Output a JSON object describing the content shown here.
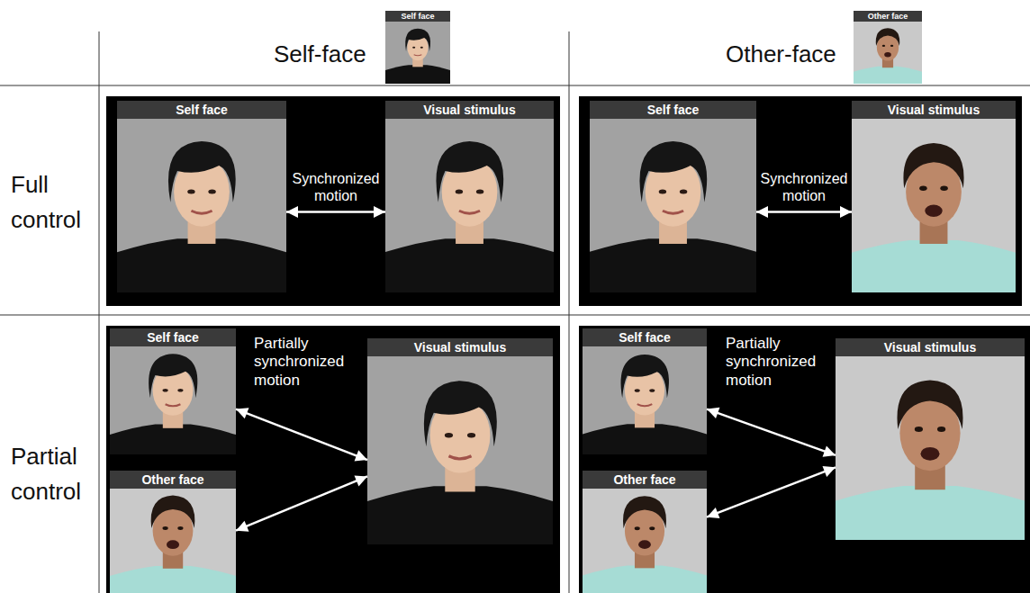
{
  "diagram": {
    "nodes": [
      {
        "text": [
          "Self face"
        ]
      },
      {
        "text": [
          "Other face"
        ]
      },
      {
        "text": [
          "Self face"
        ]
      },
      {
        "text": [
          "Visual stimulus"
        ]
      },
      {
        "text": [
          "Self face"
        ]
      },
      {
        "text": [
          "Visual stimulus"
        ]
      },
      {
        "text": [
          "Self face"
        ]
      },
      {
        "text": [
          "Visual stimulus"
        ]
      },
      {
        "text": [
          "Other face"
        ]
      },
      {
        "text": [
          "Self face"
        ]
      },
      {
        "text": [
          "Visual stimulus"
        ]
      },
      {
        "text": [
          "Other face"
        ]
      }
    ],
    "edges": [
      {
        "from": 2,
        "to": 3,
        "arrow": "both",
        "label": "Synchronized motion"
      },
      {
        "from": 4,
        "to": 5,
        "arrow": "both",
        "label": "Synchronized motion"
      },
      {
        "from": 6,
        "to": 7,
        "arrow": "both",
        "label": "Partially synchronized motion"
      },
      {
        "from": 8,
        "to": 7,
        "arrow": "both"
      },
      {
        "from": 9,
        "to": 10,
        "arrow": "both",
        "label": "Partially synchronized motion"
      },
      {
        "from": 11,
        "to": 10,
        "arrow": "both"
      }
    ],
    "labels": [
      "Self-face",
      "Other-face",
      "Full control",
      "Partial control"
    ]
  }
}
